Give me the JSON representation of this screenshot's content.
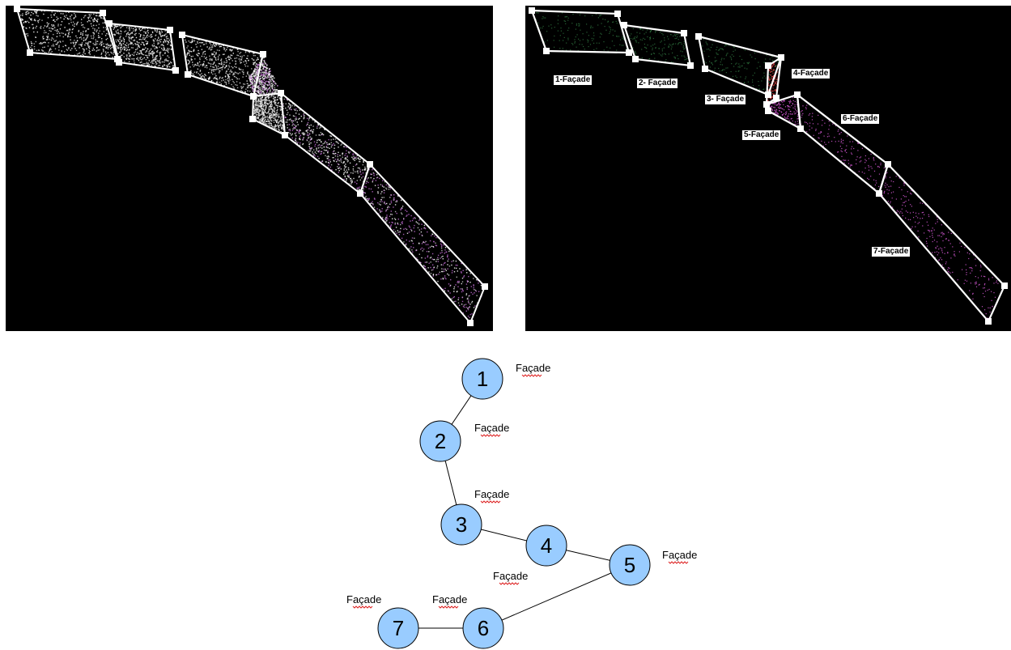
{
  "left_panel": {
    "facade_count": 7,
    "background": "#000000",
    "outline_color": "#ffffff",
    "point_colors": [
      "#ffffff",
      "#c8c8c8",
      "#bb66cc"
    ]
  },
  "right_panel": {
    "background": "#000000",
    "outline_color": "#ffffff",
    "labels": [
      "1-Façade",
      "2- Façade",
      "3- Façade",
      "4-Façade",
      "5-Façade",
      "6-Façade",
      "7-Façade"
    ],
    "point_colors": [
      "#2a6a3a",
      "#cc55cc",
      "#dd4444"
    ]
  },
  "graph": {
    "node_fill": "#99ccff",
    "nodes": [
      "1",
      "2",
      "3",
      "4",
      "5",
      "6",
      "7"
    ],
    "edges": [
      [
        "1",
        "2"
      ],
      [
        "2",
        "3"
      ],
      [
        "3",
        "4"
      ],
      [
        "4",
        "5"
      ],
      [
        "5",
        "6"
      ],
      [
        "6",
        "7"
      ]
    ],
    "labels": [
      "Façade",
      "Façade",
      "Façade",
      "Façade",
      "Façade",
      "Façade",
      "Façade"
    ]
  }
}
